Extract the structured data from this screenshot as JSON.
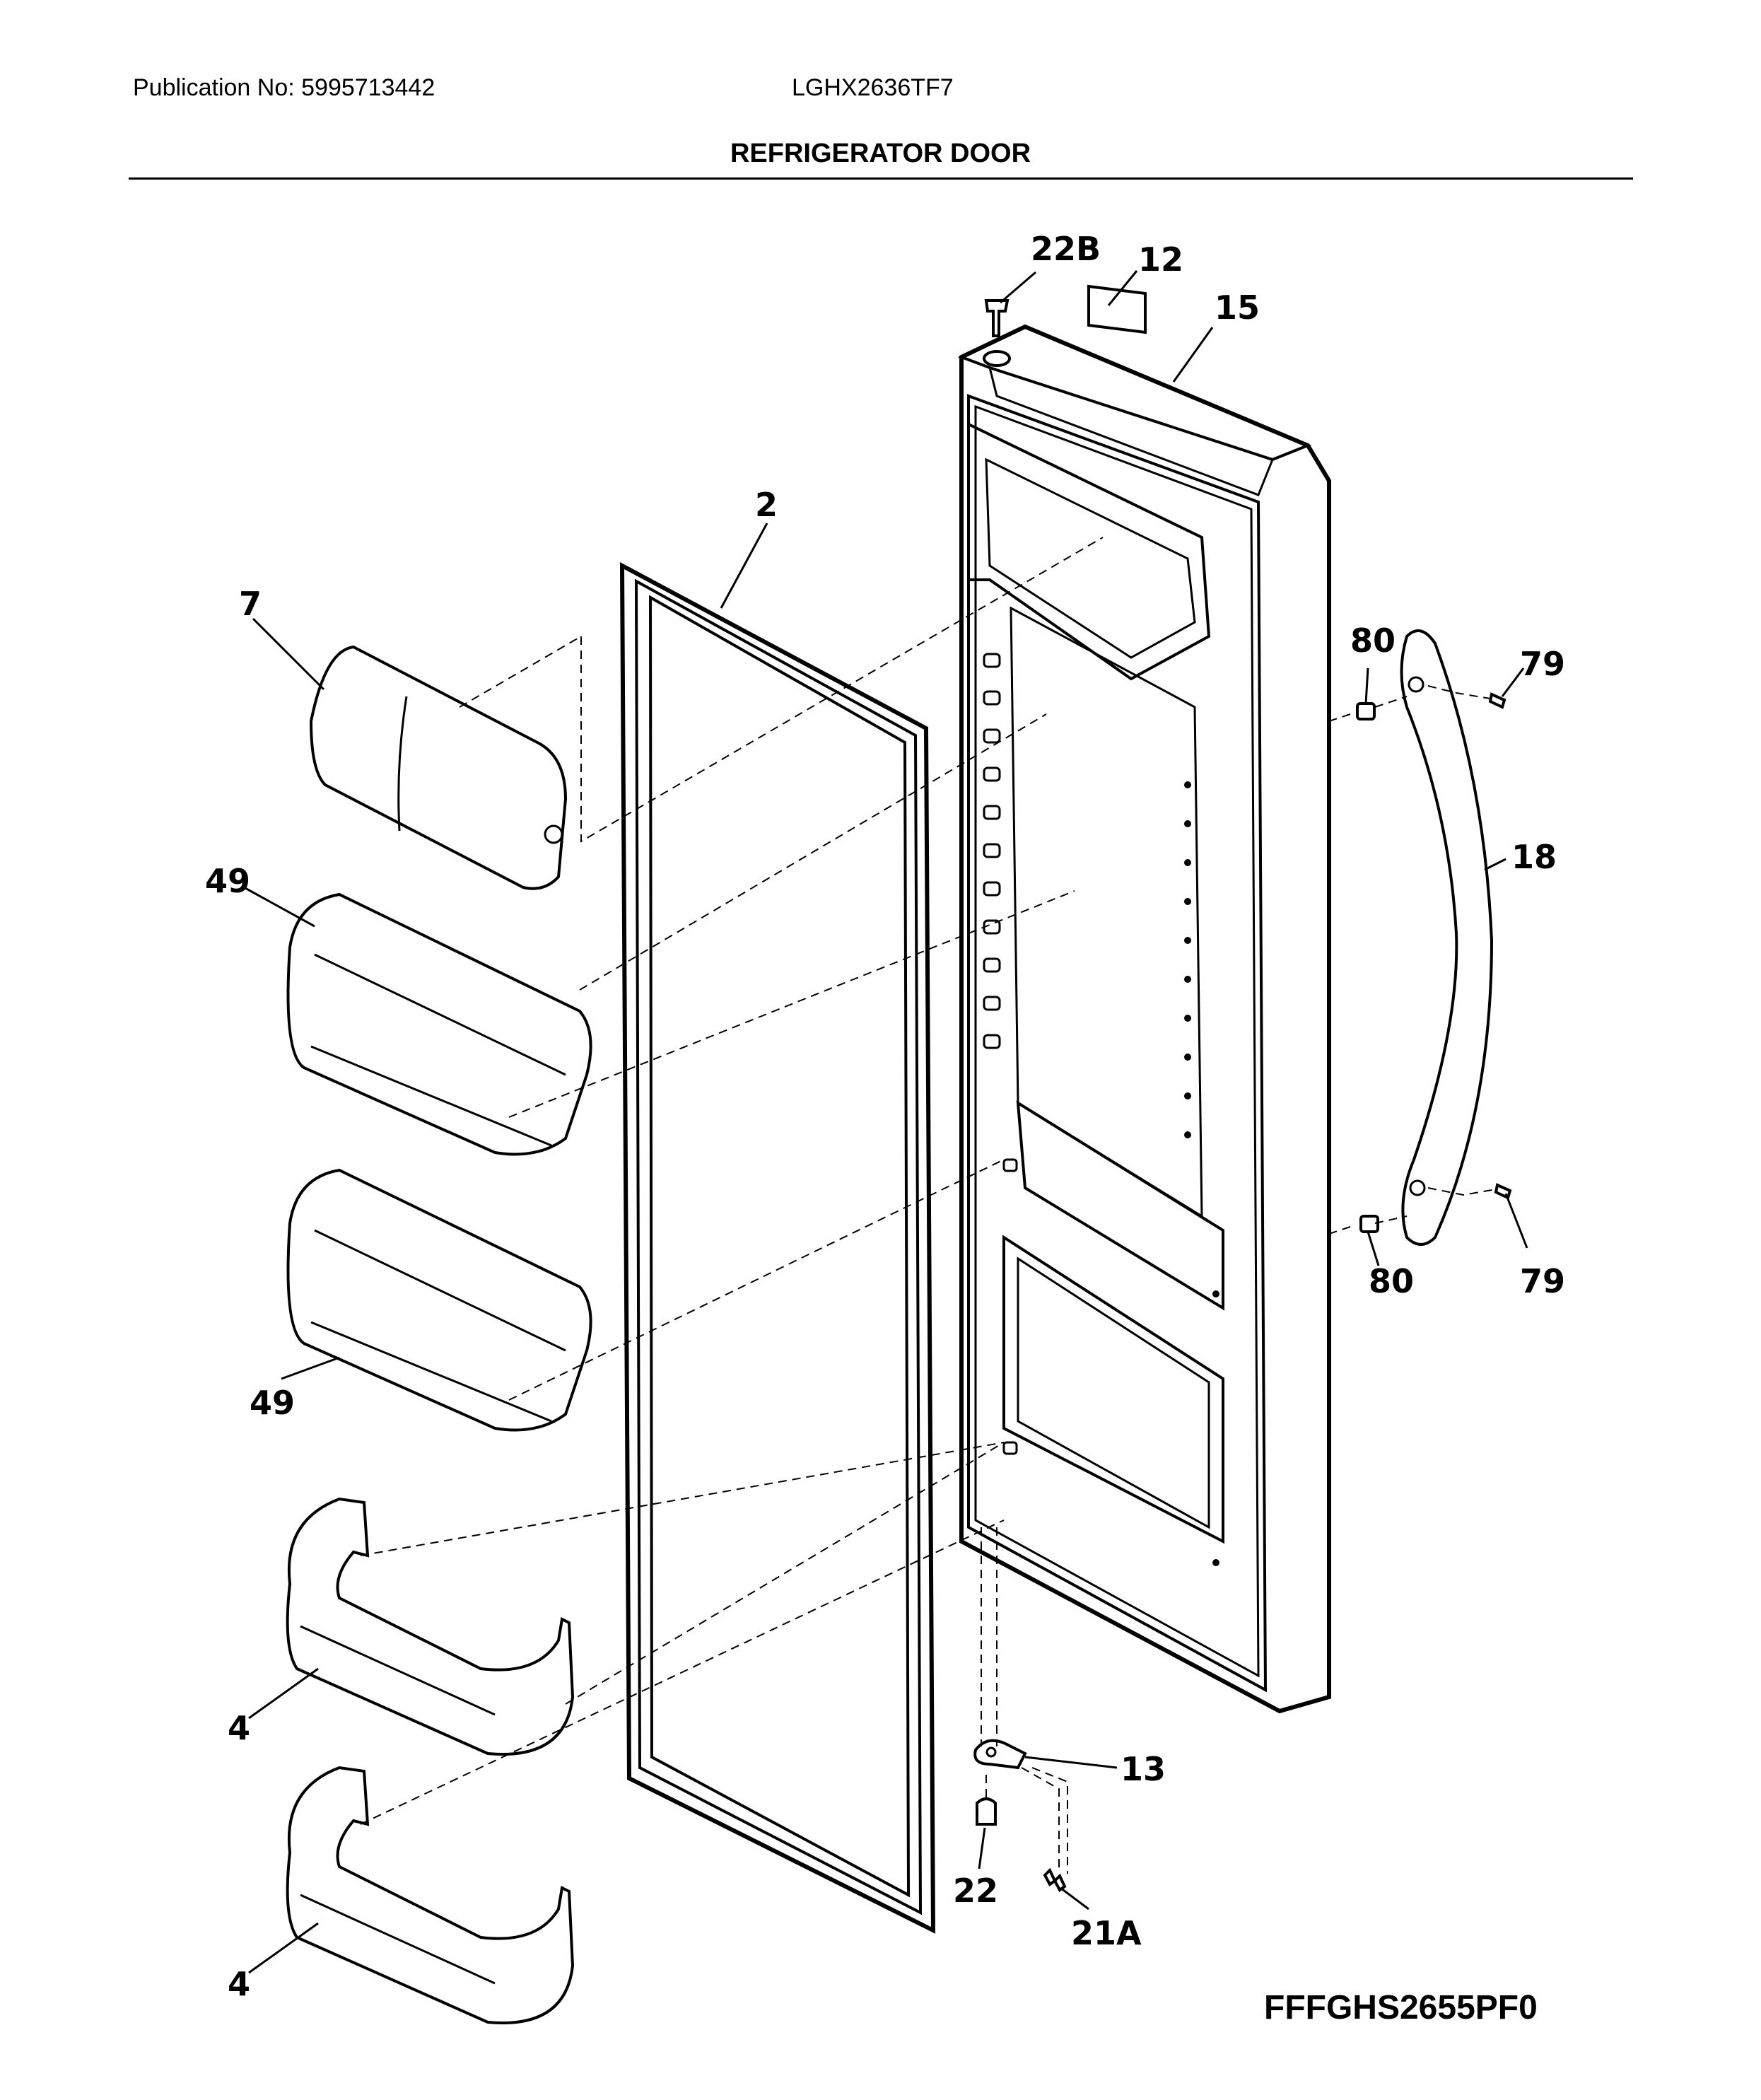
{
  "header": {
    "publication": "Publication No: 5995713442",
    "model": "LGHX2636TF7",
    "title": "REFRIGERATOR DOOR"
  },
  "figure_code": "FFFGHS2655PF0",
  "part_labels": {
    "p22B": "22B",
    "p12": "12",
    "p15": "15",
    "p2": "2",
    "p7": "7",
    "p80a": "80",
    "p79a": "79",
    "p18": "18",
    "p49a": "49",
    "p49b": "49",
    "p80b": "80",
    "p79b": "79",
    "p4a": "4",
    "p13": "13",
    "p4b": "4",
    "p22": "22",
    "p21A": "21A"
  }
}
